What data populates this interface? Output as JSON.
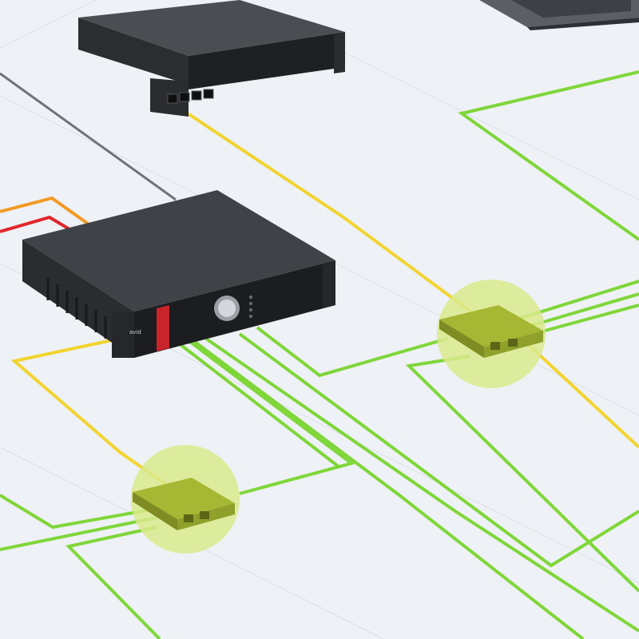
{
  "diagram": {
    "background_color": "#eef1f5",
    "grid_color": "#d9dfe7",
    "colors": {
      "green": "#7fd639",
      "yellow": "#f2d430",
      "orange": "#f29a24",
      "red": "#e2262b",
      "gray": "#6f7378",
      "node_highlight": "#d9ea8c",
      "device_dark": "#2b2d30",
      "device_front": "#1f2023",
      "device_accent_red": "#c8242a",
      "node_body": "#9fb22e"
    },
    "main_unit": {
      "brand_text": "avid",
      "icon": "rack-server-3u-icon"
    },
    "switch_unit": {
      "port_count": 4,
      "icon": "rack-switch-2u-icon"
    },
    "top_right_device": {
      "icon": "laptop-edge-icon"
    },
    "nodes": [
      {
        "id": "node-left",
        "icon": "network-interface-node-icon",
        "fiber_port_pairs": 2
      },
      {
        "id": "node-right",
        "icon": "network-interface-node-icon",
        "fiber_port_pairs": 2
      }
    ],
    "links": [
      {
        "id": "gray-cable",
        "color_key": "gray"
      },
      {
        "id": "orange-cable",
        "color_key": "orange"
      },
      {
        "id": "red-cable",
        "color_key": "red"
      },
      {
        "id": "yellow-switch-to-node-right",
        "color_key": "yellow"
      },
      {
        "id": "yellow-left-to-node-left",
        "color_key": "yellow"
      },
      {
        "id": "green-main-to-node-left",
        "color_key": "green"
      },
      {
        "id": "green-main-to-node-right",
        "color_key": "green"
      },
      {
        "id": "green-node-left-bundle",
        "color_key": "green"
      },
      {
        "id": "green-node-right-bundle",
        "color_key": "green"
      },
      {
        "id": "green-top-right-loop",
        "color_key": "green"
      }
    ]
  }
}
